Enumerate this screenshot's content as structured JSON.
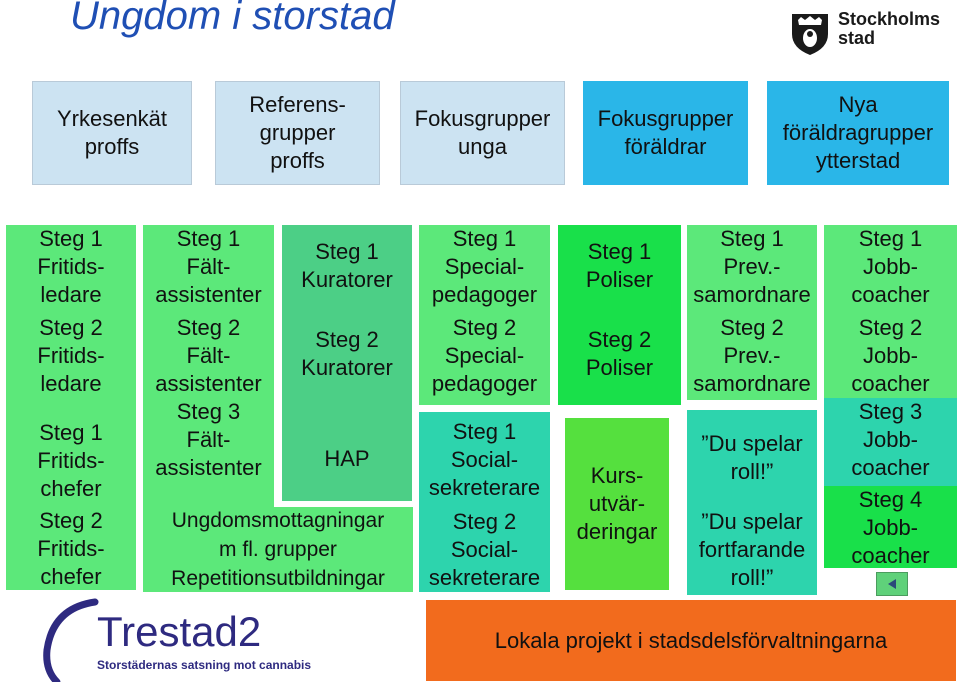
{
  "title": "Ungdom i storstad",
  "logo": {
    "text": "Stockholms\nstad"
  },
  "trestad": {
    "name": "Trestad2",
    "tagline": "Storstädernas satsning mot cannabis"
  },
  "top_boxes": [
    {
      "label": "Yrkesenkät\nproffs"
    },
    {
      "label": "Referens-\ngrupper\nproffs"
    },
    {
      "label": "Fokusgrupper\nunga"
    },
    {
      "label": "Fokusgrupper\nföräldrar"
    },
    {
      "label": "Nya\nföräldragrupper\nytterstad"
    }
  ],
  "columns": {
    "fritidsledare": [
      "Steg 1\nFritids-\nledare",
      "Steg 2\nFritids-\nledare",
      "Steg 1\nFritids-\nchefer",
      "Steg 2\nFritids-\nchefer"
    ],
    "faltassistenter": [
      "Steg 1\nFält-\nassistenter",
      "Steg 2\nFält-\nassistenter",
      "Steg 3\nFält-\nassistenter"
    ],
    "kuratorer": [
      "Steg 1\nKuratorer",
      "Steg 2\nKuratorer"
    ],
    "hap": "HAP",
    "ungdomsmottagningar": "Ungdomsmottagningar\nm fl. grupper\nRepetitionsutbildningar",
    "specialpedagoger": [
      "Steg 1\nSpecial-\npedagoger",
      "Steg 2\nSpecial-\npedagoger"
    ],
    "socialsekreterare": [
      "Steg 1\nSocial-\nsekreterare",
      "Steg 2\nSocial-\nsekreterare"
    ],
    "poliser": [
      "Steg 1\nPoliser",
      "Steg 2\nPoliser"
    ],
    "kursutvardering": "Kurs-\nutvär-\nderingar",
    "prev": [
      "Steg 1\nPrev.-\nsamordnare",
      "Steg 2\nPrev.-\nsamordnare"
    ],
    "du_spelar": [
      "”Du spelar\nroll!”",
      "”Du spelar\nfortfarande\nroll!”"
    ],
    "jobbcoacher": [
      "Steg 1\nJobb-\ncoacher",
      "Steg 2\nJobb-\ncoacher",
      "Steg 3\nJobb-\ncoacher",
      "Steg 4\nJobb-\ncoacher"
    ]
  },
  "bottom_banner": "Lokala projekt i stadsdelsförvaltningarna",
  "colors": {
    "top_light": "#cce3f2",
    "top_cyan": "#2ab6e8",
    "green": "#5ce87a",
    "green_dark": "#19e04a",
    "teal": "#2dd4ad",
    "kuratorer": "#4ccf86",
    "kurs": "#55e03e",
    "orange": "#f26b1d"
  },
  "icons": {
    "back_button": "triangle-left-icon",
    "crown": "stockholm-crown-icon"
  }
}
